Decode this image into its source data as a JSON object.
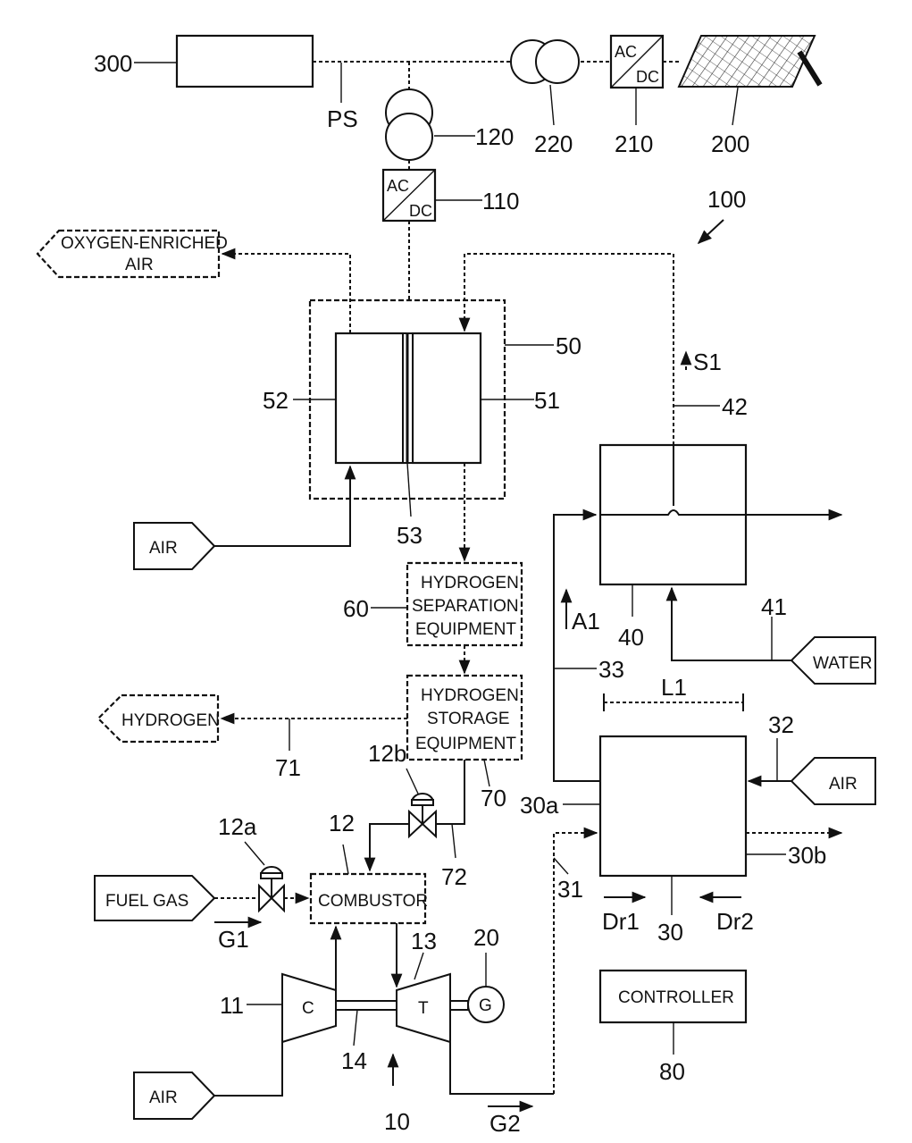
{
  "refs": {
    "r300": "300",
    "PS": "PS",
    "r120": "120",
    "r220": "220",
    "r210": "210",
    "r200": "200",
    "r110": "110",
    "r100": "100",
    "r50": "50",
    "r52": "52",
    "r51": "51",
    "r53": "53",
    "S1": "S1",
    "r42": "42",
    "r60": "60",
    "A1": "A1",
    "r40": "40",
    "r41": "41",
    "r33": "33",
    "L1": "L1",
    "r32": "32",
    "r71": "71",
    "r12b": "12b",
    "r70": "70",
    "r30a": "30a",
    "r12a": "12a",
    "r12": "12",
    "r72": "72",
    "r31": "31",
    "r30b": "30b",
    "G1": "G1",
    "r13": "13",
    "r20": "20",
    "Dr1": "Dr1",
    "r30": "30",
    "Dr2": "Dr2",
    "r11": "11",
    "r14": "14",
    "r80": "80",
    "r10": "10",
    "G2": "G2"
  },
  "blocks": {
    "acdc_ac": "AC",
    "acdc_dc": "DC",
    "hydrogen_sep": [
      "HYDROGEN",
      "SEPARATION",
      "EQUIPMENT"
    ],
    "hydrogen_storage": [
      "HYDROGEN",
      "STORAGE",
      "EQUIPMENT"
    ],
    "combustor": "COMBUSTOR",
    "controller": "CONTROLLER",
    "compressor": "C",
    "turbine": "T",
    "generator": "G"
  },
  "io": {
    "oxygen_enriched": [
      "OXYGEN-ENRICHED",
      "AIR"
    ],
    "air": "AIR",
    "hydrogen": "HYDROGEN",
    "fuel_gas": "FUEL GAS",
    "water": "WATER"
  }
}
